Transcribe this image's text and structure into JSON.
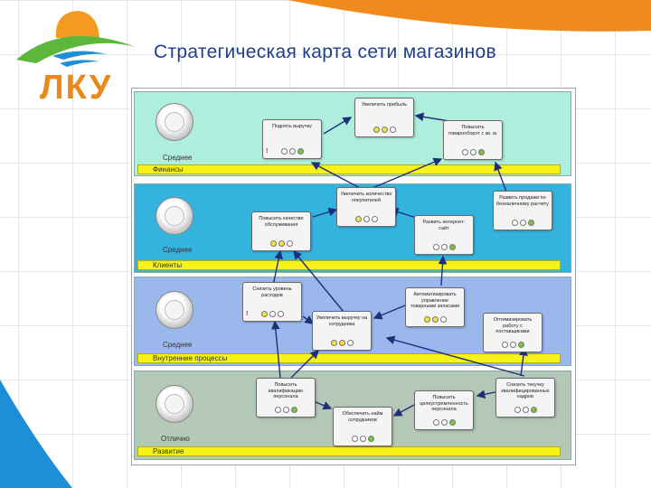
{
  "title": "Стратегическая карта сети магазинов",
  "logo": {
    "text": "ЛКУ"
  },
  "bands": [
    {
      "label": "Финансы",
      "color": "#aeeedd",
      "gauge_label": "Среднее"
    },
    {
      "label": "Клиенты",
      "color": "#35b3df",
      "gauge_label": "Среднее"
    },
    {
      "label": "Внутренние процессы",
      "color": "#9bb8ec",
      "gauge_label": "Среднее"
    },
    {
      "label": "Развитие",
      "color": "#b3c8b6",
      "gauge_label": "Отлично"
    }
  ],
  "nodes": [
    {
      "text": "Увеличить прибыль",
      "lights": "yyw"
    },
    {
      "text": "Поднять выручку",
      "lights": "wwg"
    },
    {
      "text": "Повысить товарооборот с кв. м.",
      "lights": "wwg"
    },
    {
      "text": "Увеличить количество покупателей",
      "lights": "ywo"
    },
    {
      "text": "Развить продажи по безналичному расчету",
      "lights": "wwg"
    },
    {
      "text": "Повысить качество обслуживания",
      "lights": "yyw"
    },
    {
      "text": "Развить интернет-сайт",
      "lights": "wwg"
    },
    {
      "text": "Снизить уровень расходов",
      "lights": "yww"
    },
    {
      "text": "Автоматизировать управление товарными запасами",
      "lights": "yyw"
    },
    {
      "text": "Увеличить выручку на сотрудника",
      "lights": "yyw"
    },
    {
      "text": "Оптимизировать работу с поставщиками",
      "lights": "wwg"
    },
    {
      "text": "Повысить квалификацию персонала",
      "lights": "wwg"
    },
    {
      "text": "Снизить текучку квалифицированных кадров",
      "lights": "wwg"
    },
    {
      "text": "Обеспечить найм сотрудников",
      "lights": "wwg"
    },
    {
      "text": "Повысить целеустремленность персонала",
      "lights": "wwg"
    }
  ],
  "colors": {
    "title": "#1f3f88",
    "logo": "#e8891d",
    "arrow": "#1f2f7a",
    "label_bar": "#f6f21a"
  }
}
